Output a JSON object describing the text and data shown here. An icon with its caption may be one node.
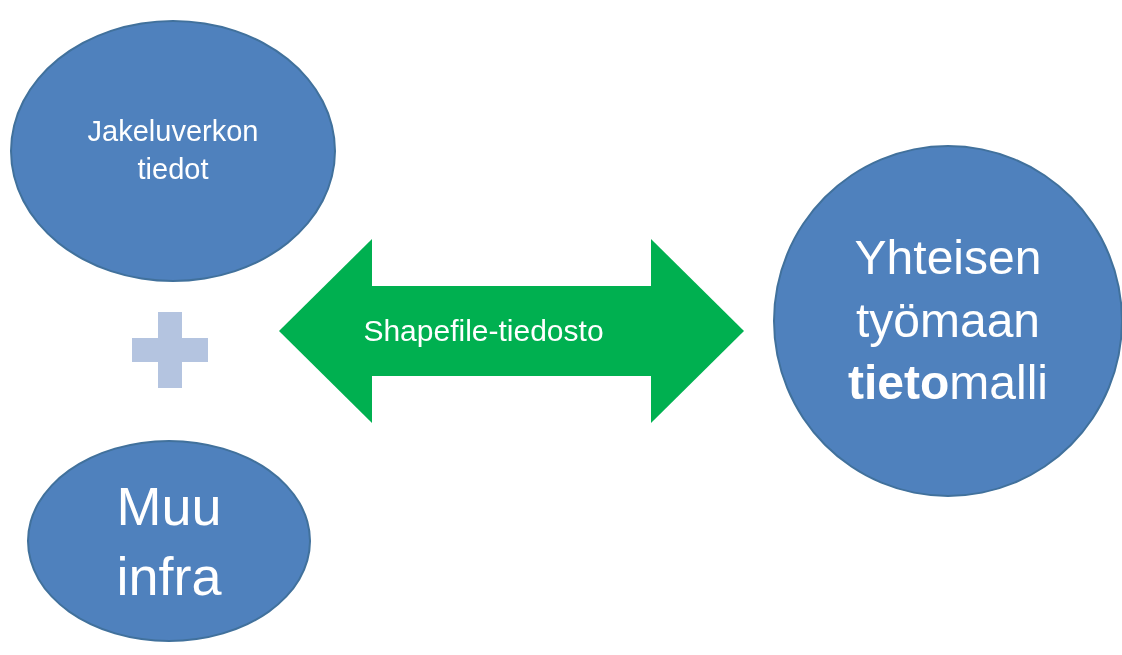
{
  "diagram": {
    "nodes": [
      {
        "text": [
          "Jakeluverkon tiedot"
        ]
      },
      {
        "text": [],
        "shape": "plus"
      },
      {
        "text": [
          "Muu infra"
        ]
      },
      {
        "text": [
          "Yhteisen työmaan **tieto**malli"
        ]
      }
    ],
    "edges": [
      {
        "from": 1,
        "to": 3,
        "arrow": "both",
        "label": "Shapefile-tiedosto",
        "color": "#00b050"
      }
    ]
  }
}
